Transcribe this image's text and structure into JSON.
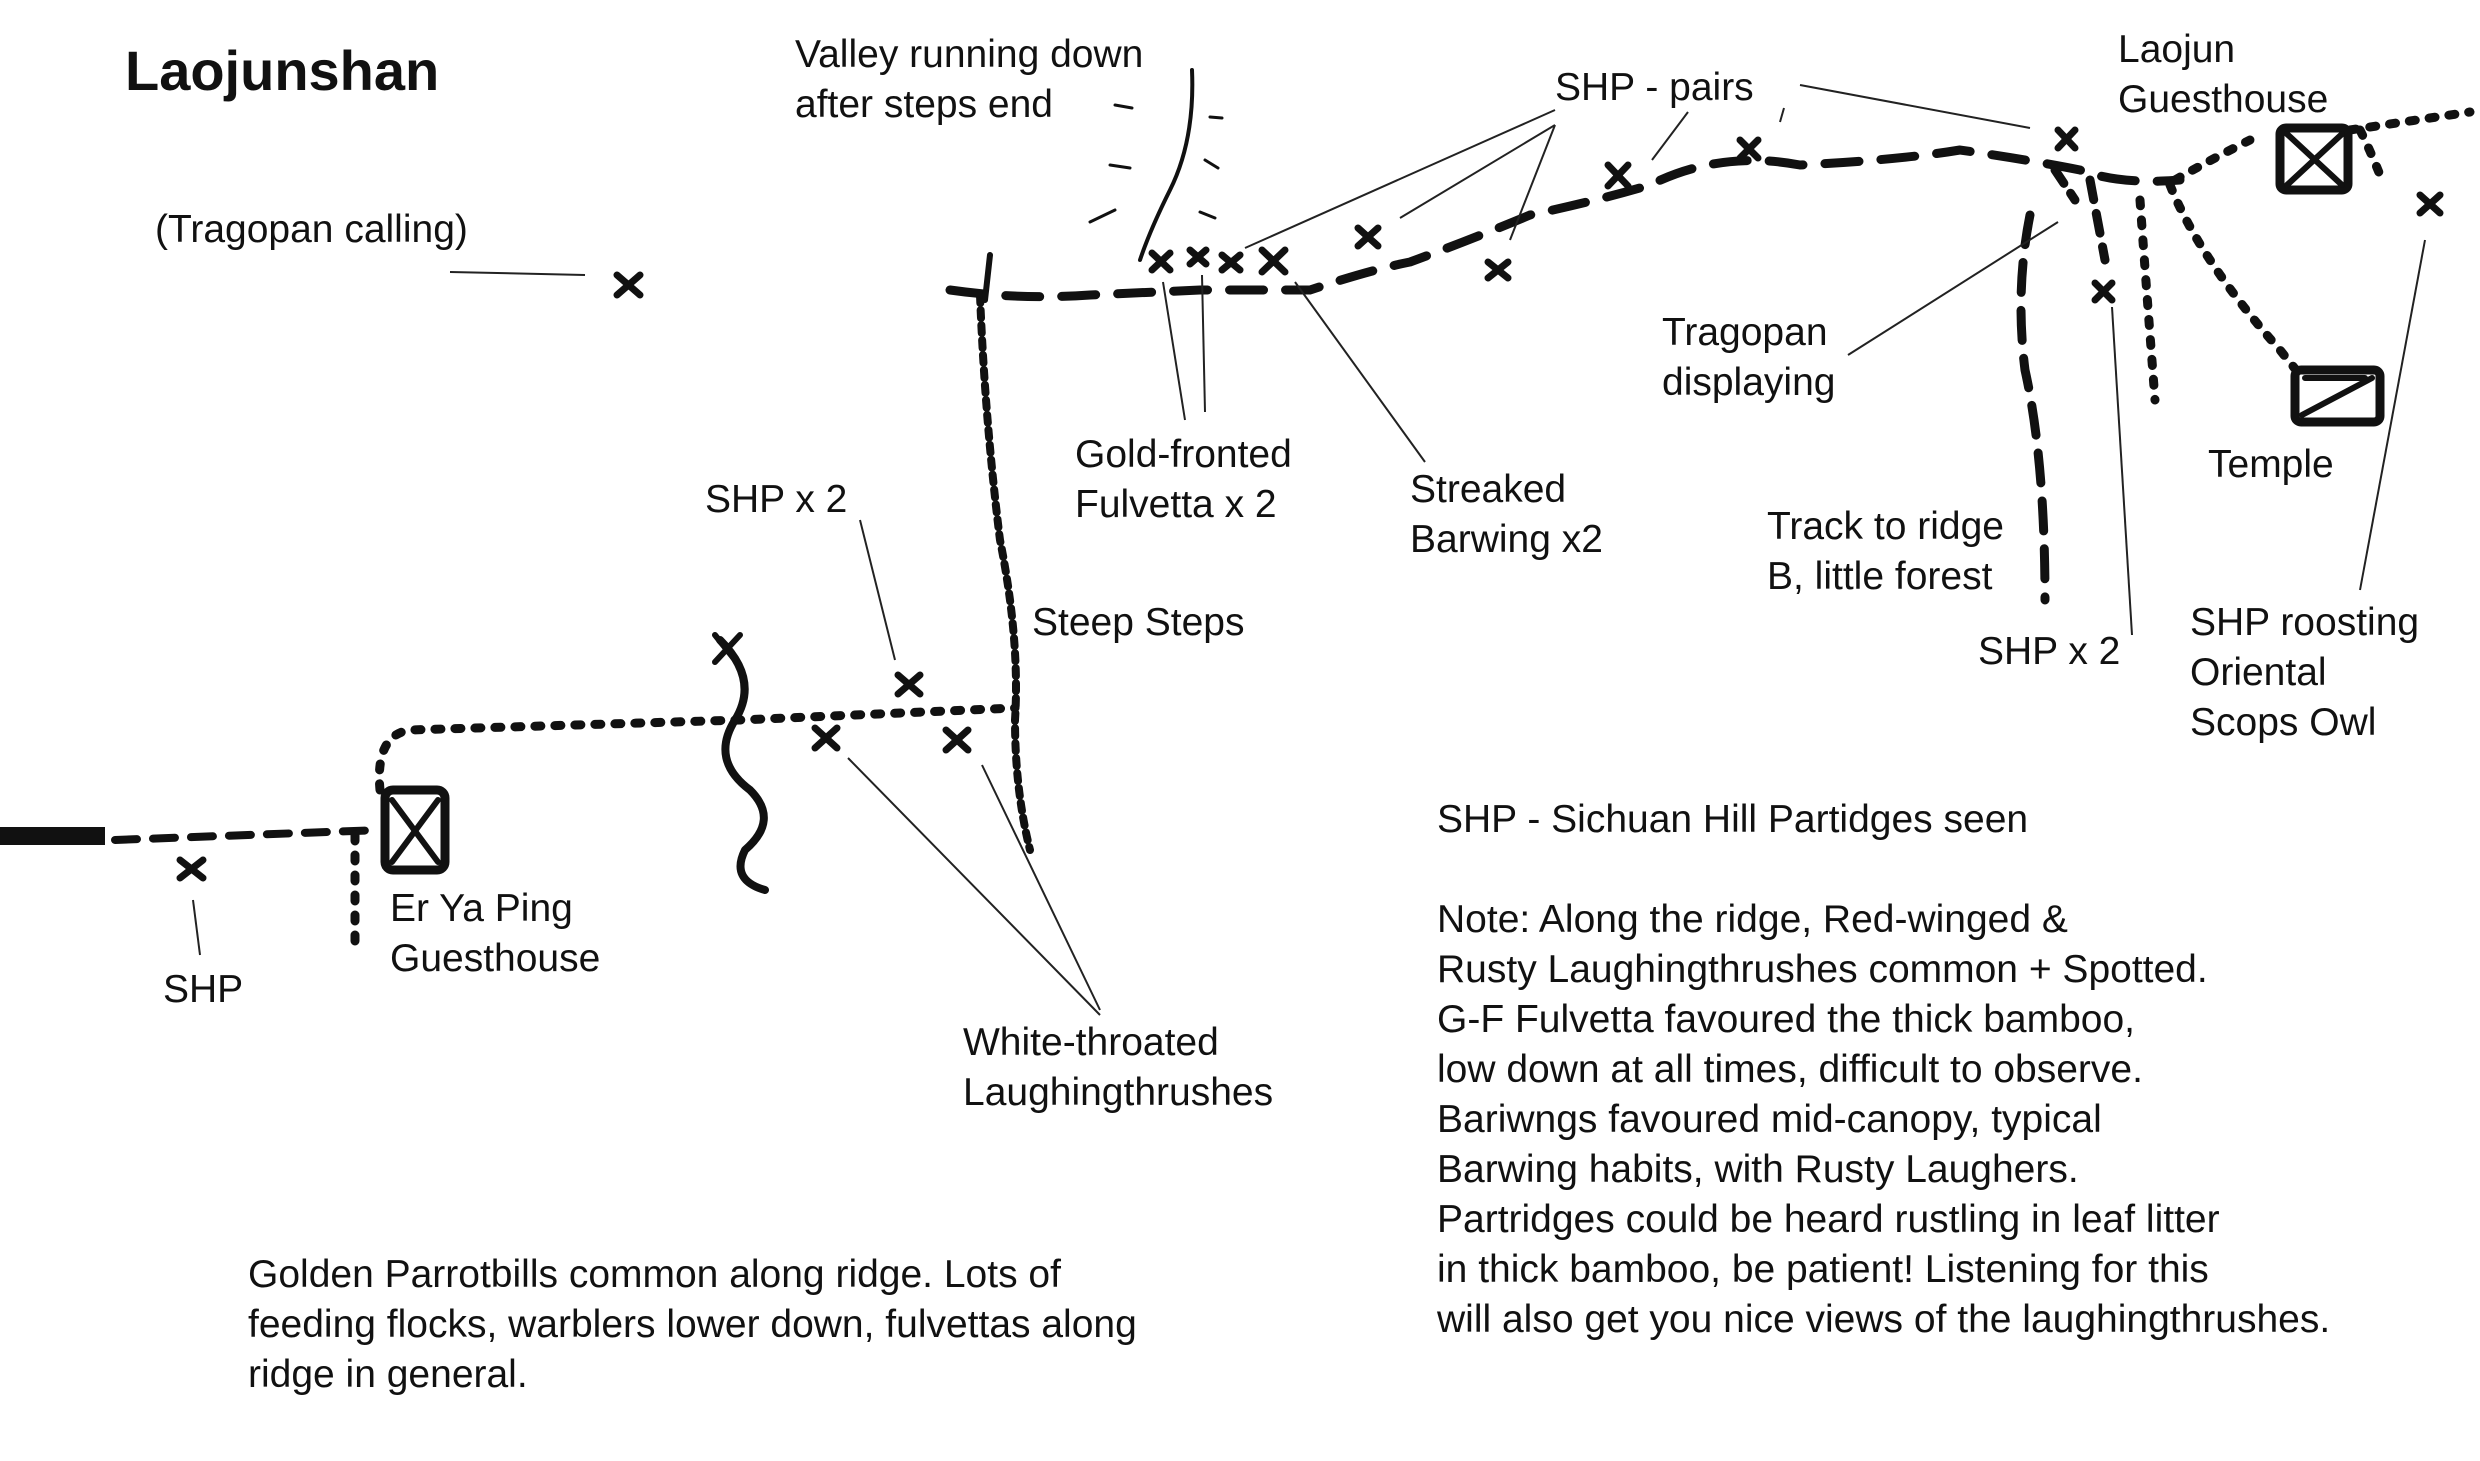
{
  "title": "Laojunshan",
  "labels": {
    "tragopan_calling": "(Tragopan calling)",
    "valley": "Valley running down\nafter steps end",
    "shp_pairs": "SHP - pairs",
    "laojun_guesthouse": "Laojun\nGuesthouse",
    "tragopan_displaying": "Tragopan\ndisplaying",
    "gold_fronted_fulvetta": "Gold-fronted\nFulvetta x 2",
    "streaked_barwing": "Streaked\nBarwing x2",
    "temple": "Temple",
    "shp_x2_left": "SHP x 2",
    "track_to_ridge": "Track to ridge\nB, little forest",
    "steep_steps": "Steep Steps",
    "shp_x2_right": "SHP x 2",
    "shp_roosting": "SHP roosting\nOriental\nScops Owl",
    "shp": "SHP",
    "er_ya_ping_guesthouse": "Er Ya Ping\nGuesthouse",
    "white_throated": "White-throated\nLaughingthrushes"
  },
  "legend": "SHP - Sichuan Hill Partidges seen",
  "note": "Note: Along the ridge, Red-winged &\nRusty Laughingthrushes common + Spotted.\nG-F Fulvetta favoured the thick bamboo,\nlow down at all times, difficult to observe.\nBariwngs favoured mid-canopy, typical\nBarwing habits, with Rusty Laughers.\nPartridges could be heard rustling in leaf litter\nin thick bamboo, be patient! Listening for this\nwill also get you nice views of the laughingthrushes.",
  "footnote": "Golden Parrotbills common along ridge. Lots of\nfeeding flocks, warblers lower down, fulvettas along\nridge in general.",
  "symbols": {
    "sighting_marker": "x-mark-icon",
    "building": "guesthouse-icon",
    "temple": "temple-icon",
    "stream": "stream-icon"
  }
}
